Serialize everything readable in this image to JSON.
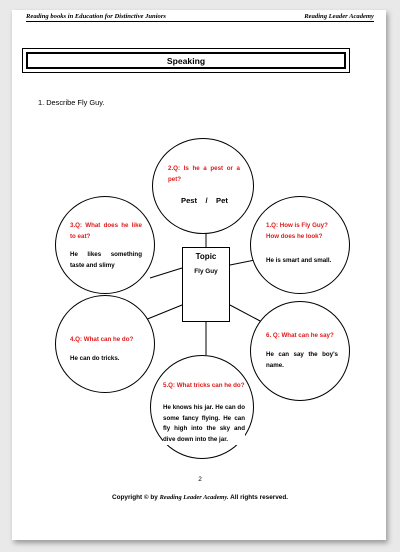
{
  "header": {
    "left": "Reading books in Education for Distinctive Juniors",
    "right": "Reading Leader Academy"
  },
  "section_title": "Speaking",
  "question": "1.   Describe Fly Guy.",
  "topic": {
    "label": "Topic",
    "value": "Fly Guy"
  },
  "bubbles": {
    "b2": {
      "q": "2.Q:  Is  he  a  pest  or  a pet?",
      "a": "Pest    /    Pet"
    },
    "b1": {
      "q": "1.Q: How is Fly Guy? How does he look?",
      "a": "He is smart and small."
    },
    "b3": {
      "q": "3.Q:  What does he like to eat?",
      "a": "He    likes    something taste and slimy"
    },
    "b4": {
      "q": "4.Q: What can he do?",
      "a": "He can do tricks."
    },
    "b6": {
      "q": "6.  Q: What can he say?",
      "a": "He  can  say  the  boy's name."
    },
    "b5": {
      "q": "5.Q: What tricks can he do?",
      "a": "He knows his jar. He  can  do  some  fancy flying. He can fly high into the sky and dive down into the jar."
    }
  },
  "page_number": "2",
  "footer": {
    "prefix": "Copyright  ©  by",
    "academy": "Reading Leader Academy.",
    "suffix": "All rights reserved."
  }
}
